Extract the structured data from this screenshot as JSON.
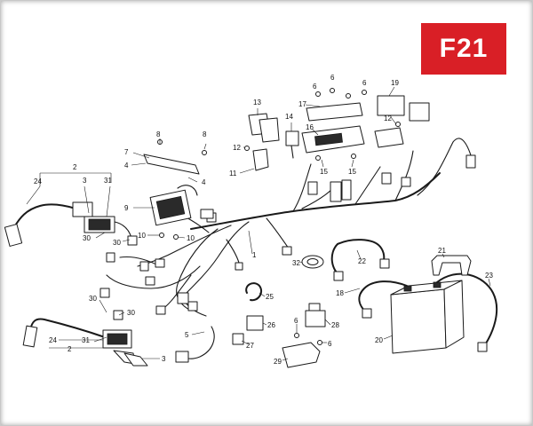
{
  "page_code": "F21",
  "callouts": {
    "c1": "1",
    "c2a": "2",
    "c2b": "2",
    "c3a": "3",
    "c3b": "3",
    "c4a": "4",
    "c4b": "4",
    "c5": "5",
    "c6a": "6",
    "c6b": "6",
    "c6c": "6",
    "c6d": "6",
    "c6e": "6",
    "c7": "7",
    "c8a": "8",
    "c8b": "8",
    "c9": "9",
    "c10a": "10",
    "c10b": "10",
    "c11": "11",
    "c12a": "12",
    "c12b": "12",
    "c13": "13",
    "c14": "14",
    "c15a": "15",
    "c15b": "15",
    "c16": "16",
    "c17": "17",
    "c18": "18",
    "c19": "19",
    "c20": "20",
    "c21": "21",
    "c22": "22",
    "c23": "23",
    "c24a": "24",
    "c24b": "24",
    "c25": "25",
    "c26": "26",
    "c27": "27",
    "c28": "28",
    "c29": "29",
    "c30a": "30",
    "c30b": "30",
    "c30c": "30",
    "c30d": "30",
    "c31a": "31",
    "c31b": "31",
    "c32": "32"
  }
}
